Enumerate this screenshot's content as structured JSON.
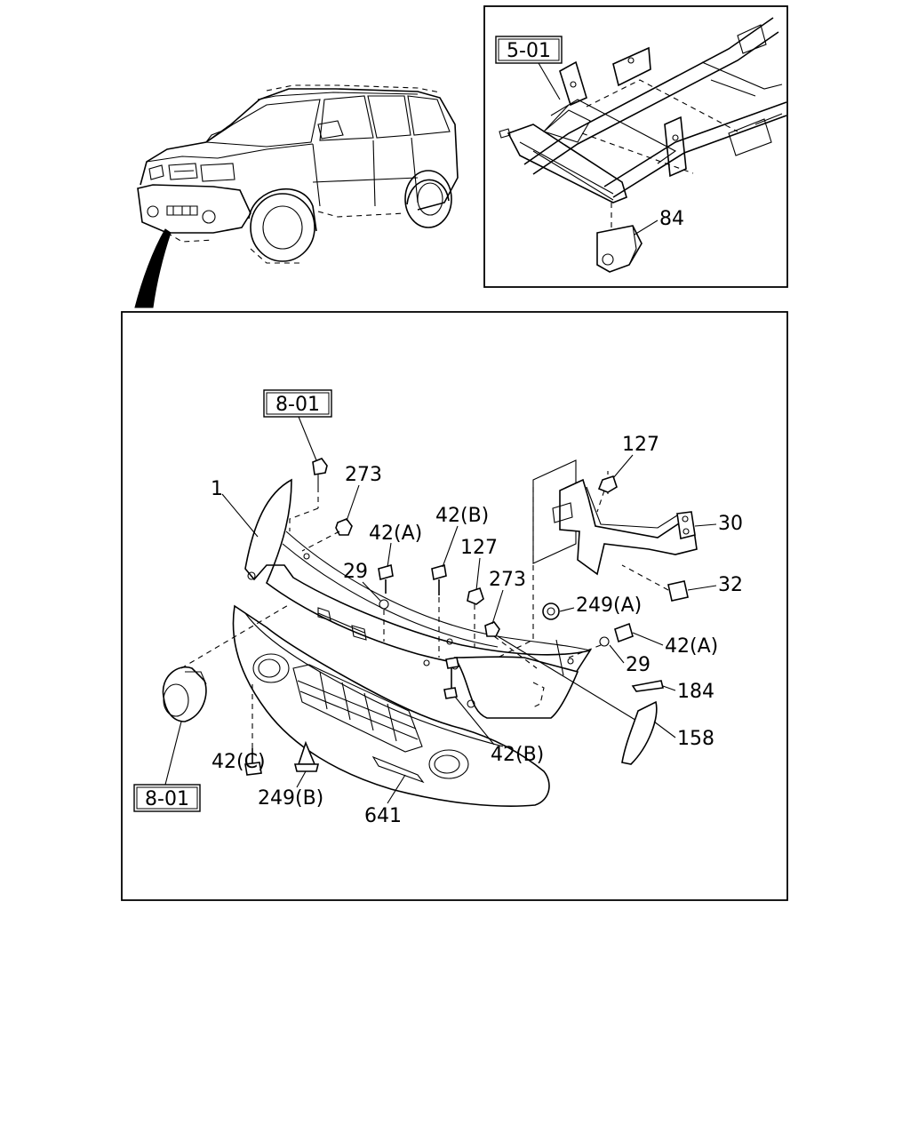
{
  "labels": {
    "ref_5_01": "5-01",
    "l_84": "84",
    "ref_8_01_top": "8-01",
    "l_1": "1",
    "l_273_a": "273",
    "l_42A_a": "42(A)",
    "l_42B_a": "42(B)",
    "l_127_a": "127",
    "l_127_b": "127",
    "l_30": "30",
    "l_29_a": "29",
    "l_273_b": "273",
    "l_32": "32",
    "l_249A": "249(A)",
    "l_42A_b": "42(A)",
    "l_29_b": "29",
    "l_184": "184",
    "l_158": "158",
    "l_42B_b": "42(B)",
    "l_42C": "42(C)",
    "ref_8_01_bottom": "8-01",
    "l_249B": "249(B)",
    "l_641": "641"
  }
}
